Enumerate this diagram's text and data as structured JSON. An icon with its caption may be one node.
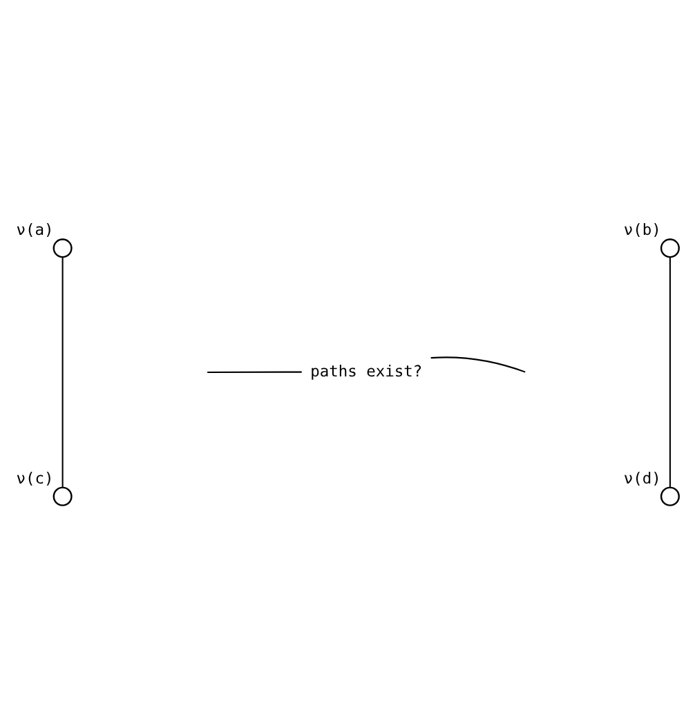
{
  "diagram": {
    "nodes": [
      {
        "text": [],
        "shape": "circle",
        "beside": [
          "ν(a)"
        ]
      },
      {
        "text": [],
        "shape": "circle",
        "beside": [
          "ν(b)"
        ]
      },
      {
        "text": [],
        "shape": "circle",
        "beside": [
          "ν(c)"
        ]
      },
      {
        "text": [],
        "shape": "circle",
        "beside": [
          "ν(d)"
        ]
      },
      {
        "text": [
          "paths exist?"
        ]
      }
    ],
    "edges": [
      {
        "from": 0,
        "to": 2,
        "arrow": "none"
      },
      {
        "from": 1,
        "to": 3,
        "arrow": "none"
      },
      {
        "from": 4,
        "to": null,
        "arrow": "none"
      },
      {
        "from": 4,
        "to": null,
        "arrow": "none"
      }
    ]
  }
}
